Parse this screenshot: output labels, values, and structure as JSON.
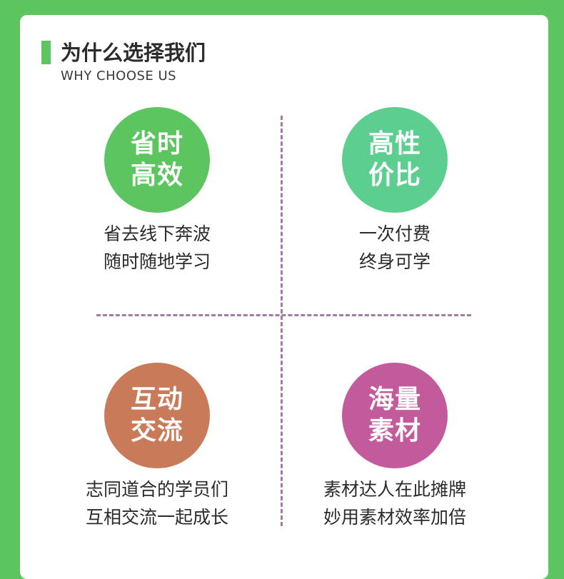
{
  "header": {
    "title": "为什么选择我们",
    "subtitle": "WHY CHOOSE US"
  },
  "colors": {
    "background": "#5cc55f",
    "card": "#ffffff",
    "divider": "#a07ca2",
    "feature_1": "#5cc55f",
    "feature_2": "#5cce8f",
    "feature_3": "#c97a58",
    "feature_4": "#c25a9c"
  },
  "features": [
    {
      "circle_line1": "省时",
      "circle_line2": "高效",
      "desc_line1": "省去线下奔波",
      "desc_line2": "随时随地学习"
    },
    {
      "circle_line1": "高性",
      "circle_line2": "价比",
      "desc_line1": "一次付费",
      "desc_line2": "终身可学"
    },
    {
      "circle_line1": "互动",
      "circle_line2": "交流",
      "desc_line1": "志同道合的学员们",
      "desc_line2": "互相交流一起成长"
    },
    {
      "circle_line1": "海量",
      "circle_line2": "素材",
      "desc_line1": "素材达人在此摊牌",
      "desc_line2": "妙用素材效率加倍"
    }
  ]
}
